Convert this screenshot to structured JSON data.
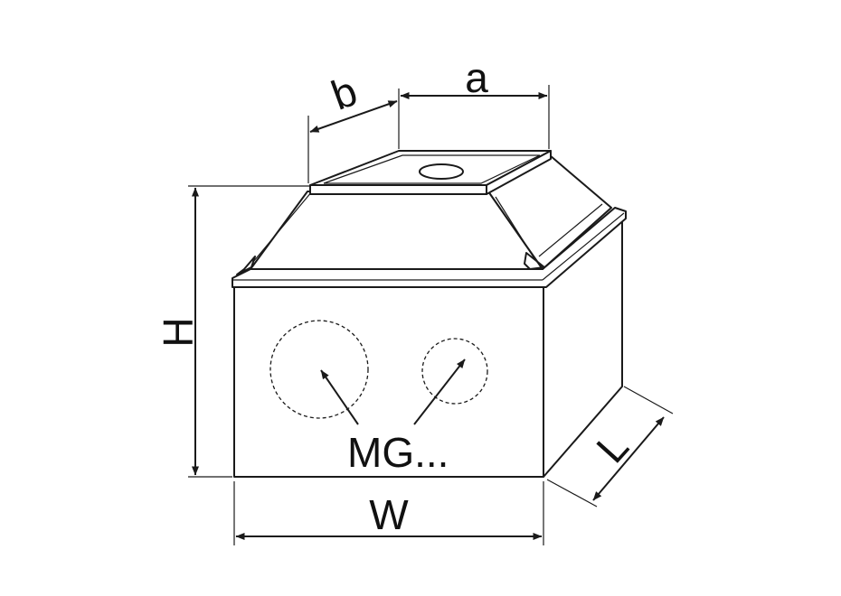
{
  "labels": {
    "a": "a",
    "b": "b",
    "H": "H",
    "W": "W",
    "L": "L",
    "mg": "MG..."
  }
}
